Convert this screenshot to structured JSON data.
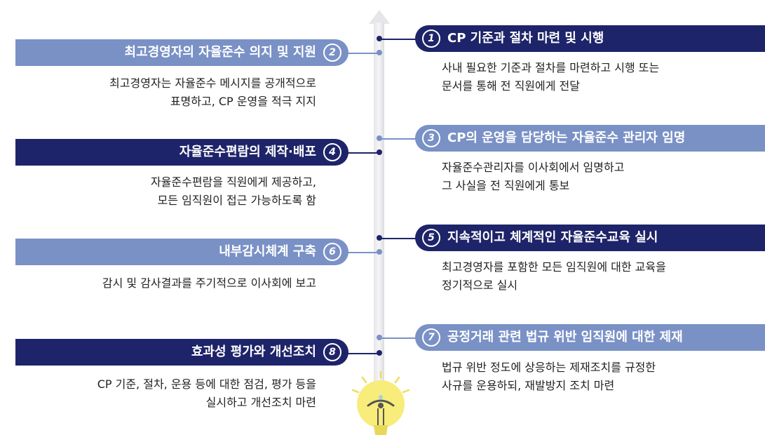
{
  "left_items": [
    {
      "num": "2",
      "title": "최고경영자의 자율준수 의지 및 지원",
      "desc": [
        "최고경영자는 자율준수 메시지를 공개적으로",
        "표명하고, CP 운영을 적극 지지"
      ]
    },
    {
      "num": "4",
      "title": "자율준수편람의 제작·배포",
      "desc": [
        "자율준수편람을 직원에게 제공하고,",
        "모든 임직원이 접근 가능하도록 함"
      ]
    },
    {
      "num": "6",
      "title": "내부감시체계 구축",
      "desc": [
        "감시 및 감사결과를 주기적으로 이사회에 보고"
      ]
    },
    {
      "num": "8",
      "title": "효과성 평가와 개선조치",
      "desc": [
        "CP 기준, 절차, 운용 등에 대한 점검, 평가 등을",
        "실시하고 개선조치 마련"
      ]
    }
  ],
  "right_items": [
    {
      "num": "1",
      "title": "CP 기준과 절차 마련 및 시행",
      "desc": [
        "사내 필요한 기준과 절차를 마련하고 시행 또는",
        "문서를 통해 전 직원에게 전달"
      ]
    },
    {
      "num": "3",
      "title": "CP의 운영을 담당하는 자율준수 관리자 임명",
      "desc": [
        "자율준수관리자를 이사회에서 임명하고",
        "그 사실을 전 직원에게 통보"
      ]
    },
    {
      "num": "5",
      "title": "지속적이고 체계적인 자율준수교육 실시",
      "desc": [
        "최고경영자를 포함한 모든 임직원에 대한 교육을",
        "정기적으로 실시"
      ]
    },
    {
      "num": "7",
      "title": "공정거래 관련 법규 위반 임직원에 대한 제재",
      "desc": [
        "법규 위반 정도에 상응하는 제재조치를 규정한",
        "사규를 운용하되, 재발방지 조치 마련"
      ]
    }
  ],
  "colors": {
    "dark": "#1e2469",
    "light": "#7a91c6",
    "bulb": "#f8ec7a"
  },
  "icons": {
    "bulb": "lightbulb-icon"
  }
}
